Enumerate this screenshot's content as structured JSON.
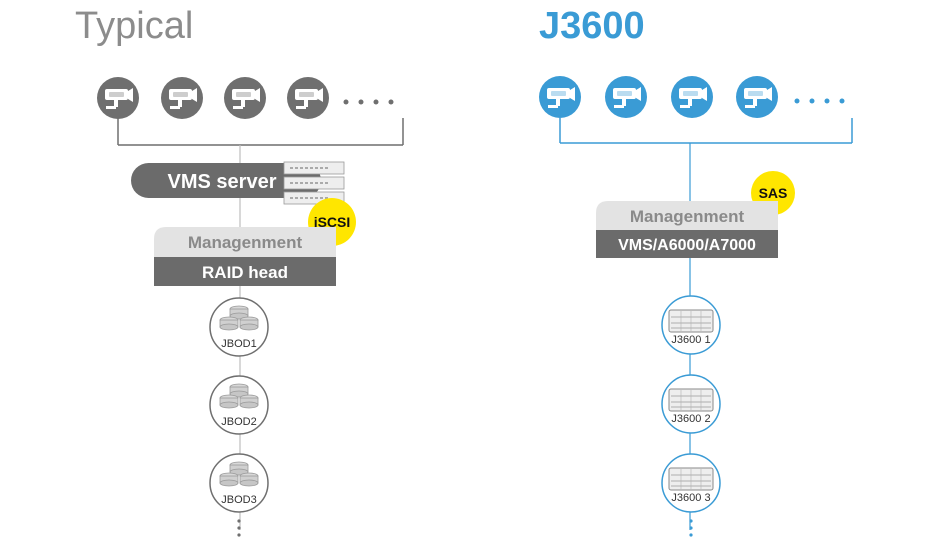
{
  "left": {
    "title": "Typical",
    "server_label": "VMS server",
    "protocol_badge": "iSCSI",
    "management_label": "Managenment",
    "raid_label": "RAID head",
    "nodes": [
      "JBOD1",
      "JBOD2",
      "JBOD3"
    ],
    "camera_icon": "cctv-camera-icon",
    "storage_icon": "disk-stack-icon"
  },
  "right": {
    "title": "J3600",
    "protocol_badge": "SAS",
    "management_label": "Managenment",
    "vms_label": "VMS/A6000/A7000",
    "nodes": [
      "J3600 1",
      "J3600 2",
      "J3600 3"
    ],
    "camera_icon": "cctv-camera-icon",
    "storage_icon": "storage-enclosure-icon"
  },
  "colors": {
    "left_accent": "#6f6f6f",
    "right_accent": "#3a9bd5",
    "badge": "#ffe600",
    "management_bg": "#e3e3e3",
    "dark_bar": "#6b6b6b",
    "title_grey": "#8c8c8c"
  }
}
